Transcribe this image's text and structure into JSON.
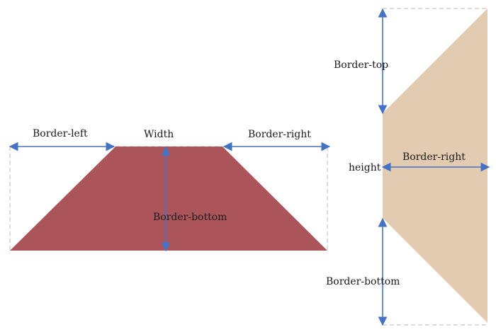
{
  "colors": {
    "trapezoid_fill": "#ab555b",
    "wedge_fill": "#e3cbb1",
    "arrow": "#4472c4",
    "guide": "#c8c8c8"
  },
  "left_diagram": {
    "label_border_left": "Border-left",
    "label_width": "Width",
    "label_border_right": "Border-right",
    "label_border_bottom": "Border-bottom"
  },
  "right_diagram": {
    "label_border_top": "Border-top",
    "label_height": "height",
    "label_border_right": "Border-right",
    "label_border_bottom": "Border-bottom"
  }
}
